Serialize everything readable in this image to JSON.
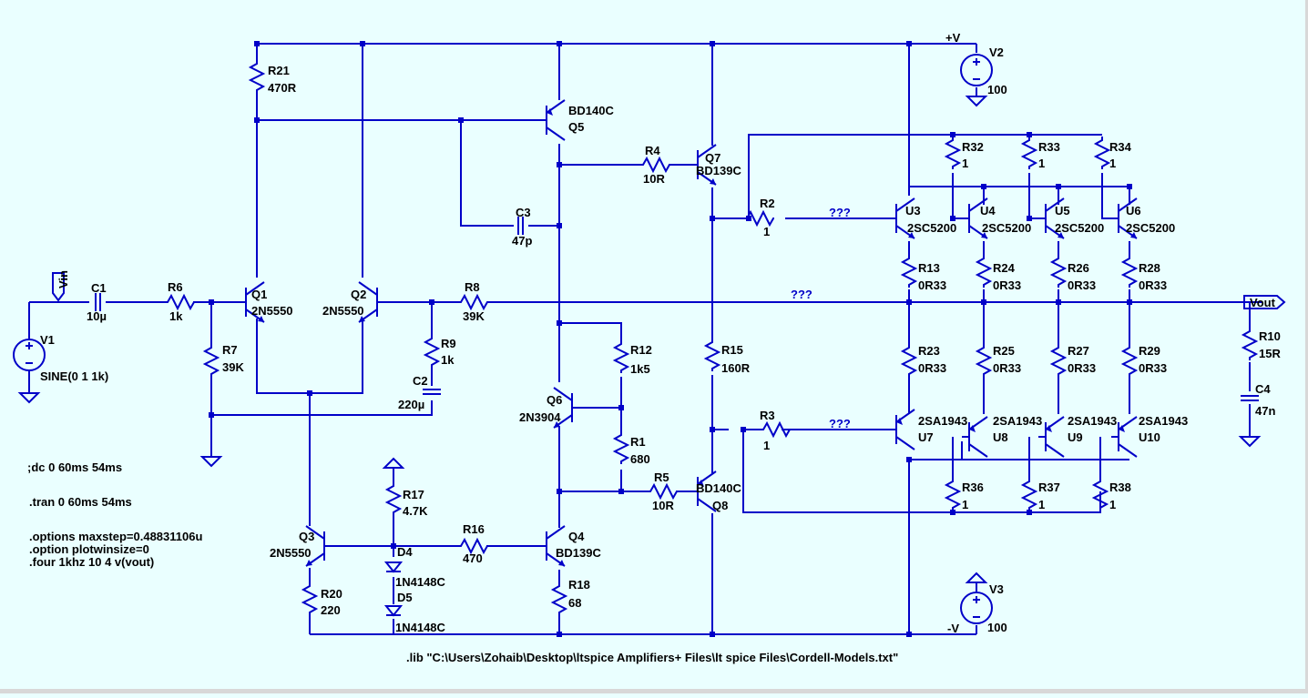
{
  "components": {
    "V1": {
      "name": "V1",
      "value": "SINE(0 1 1k)"
    },
    "V2": {
      "name": "V2",
      "value": "100"
    },
    "V3": {
      "name": "V3",
      "value": "100"
    },
    "C1": {
      "name": "C1",
      "value": "10µ"
    },
    "C2": {
      "name": "C2",
      "value": "220µ"
    },
    "C3": {
      "name": "C3",
      "value": "47p"
    },
    "C4": {
      "name": "C4",
      "value": "47n"
    },
    "R1": {
      "name": "R1",
      "value": "680"
    },
    "R2": {
      "name": "R2",
      "value": "1"
    },
    "R3": {
      "name": "R3",
      "value": "1"
    },
    "R4": {
      "name": "R4",
      "value": "10R"
    },
    "R5": {
      "name": "R5",
      "value": "10R"
    },
    "R6": {
      "name": "R6",
      "value": "1k"
    },
    "R7": {
      "name": "R7",
      "value": "39K"
    },
    "R8": {
      "name": "R8",
      "value": "39K"
    },
    "R9": {
      "name": "R9",
      "value": "1k"
    },
    "R10": {
      "name": "R10",
      "value": "15R"
    },
    "R12": {
      "name": "R12",
      "value": "1k5"
    },
    "R13": {
      "name": "R13",
      "value": "0R33"
    },
    "R15": {
      "name": "R15",
      "value": "160R"
    },
    "R16": {
      "name": "R16",
      "value": "470"
    },
    "R17": {
      "name": "R17",
      "value": "4.7K"
    },
    "R18": {
      "name": "R18",
      "value": "68"
    },
    "R20": {
      "name": "R20",
      "value": "220"
    },
    "R21": {
      "name": "R21",
      "value": "470R"
    },
    "R23": {
      "name": "R23",
      "value": "0R33"
    },
    "R24": {
      "name": "R24",
      "value": "0R33"
    },
    "R25": {
      "name": "R25",
      "value": "0R33"
    },
    "R26": {
      "name": "R26",
      "value": "0R33"
    },
    "R27": {
      "name": "R27",
      "value": "0R33"
    },
    "R28": {
      "name": "R28",
      "value": "0R33"
    },
    "R29": {
      "name": "R29",
      "value": "0R33"
    },
    "R32": {
      "name": "R32",
      "value": "1"
    },
    "R33": {
      "name": "R33",
      "value": "1"
    },
    "R34": {
      "name": "R34",
      "value": "1"
    },
    "R36": {
      "name": "R36",
      "value": "1"
    },
    "R37": {
      "name": "R37",
      "value": "1"
    },
    "R38": {
      "name": "R38",
      "value": "1"
    },
    "Q1": {
      "name": "Q1",
      "model": "2N5550"
    },
    "Q2": {
      "name": "Q2",
      "model": "2N5550"
    },
    "Q3": {
      "name": "Q3",
      "model": "2N5550"
    },
    "Q4": {
      "name": "Q4",
      "model": "BD139C"
    },
    "Q5": {
      "name": "Q5",
      "model": "BD140C"
    },
    "Q6": {
      "name": "Q6",
      "model": "2N3904"
    },
    "Q7": {
      "name": "Q7",
      "model": "BD139C"
    },
    "Q8": {
      "name": "Q8",
      "model": "BD140C"
    },
    "U3": {
      "name": "U3",
      "model": "2SC5200"
    },
    "U4": {
      "name": "U4",
      "model": "2SC5200"
    },
    "U5": {
      "name": "U5",
      "model": "2SC5200"
    },
    "U6": {
      "name": "U6",
      "model": "2SC5200"
    },
    "U7": {
      "name": "U7",
      "model": "2SA1943"
    },
    "U8": {
      "name": "U8",
      "model": "2SA1943"
    },
    "U9": {
      "name": "U9",
      "model": "2SA1943"
    },
    "U10": {
      "name": "U10",
      "model": "2SA1943"
    },
    "D4": {
      "name": "D4",
      "model": "1N4148C"
    },
    "D5": {
      "name": "D5",
      "model": "1N4148C"
    }
  },
  "nets": {
    "vpos": "+V",
    "vneg": "-V",
    "vin": "Vin",
    "vout": "Vout",
    "unknown": "???"
  },
  "directives": {
    "dc": ";dc 0 60ms 54ms",
    "tran": ".tran 0 60ms 54ms",
    "maxstep": ".options maxstep=0.48831106u",
    "plotwinsize": ".option plotwinsize=0",
    "four": ".four 1khz 10 4 v(vout)",
    "lib": ".lib \"C:\\Users\\Zohaib\\Desktop\\ltspice Amplifiers+ Files\\lt spice Files\\Cordell-Models.txt\""
  },
  "colors": {
    "background": "#eaffff",
    "wire": "#0000c8",
    "text": "#000000",
    "junction": "#0000c8"
  }
}
